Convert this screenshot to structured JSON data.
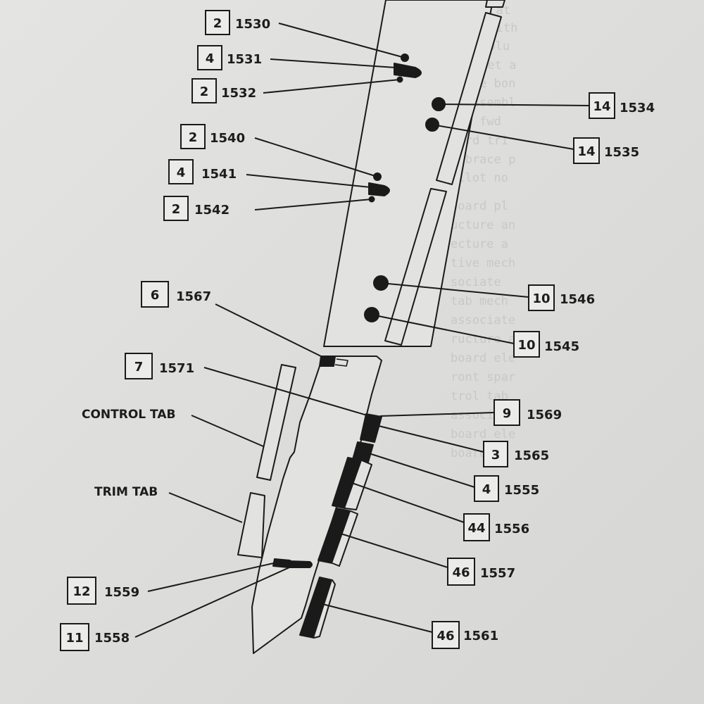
{
  "diagram": {
    "callouts": [
      {
        "qty": "2",
        "part": "1530"
      },
      {
        "qty": "4",
        "part": "1531"
      },
      {
        "qty": "2",
        "part": "1532"
      },
      {
        "qty": "2",
        "part": "1540"
      },
      {
        "qty": "4",
        "part": "1541"
      },
      {
        "qty": "2",
        "part": "1542"
      },
      {
        "qty": "6",
        "part": "1567"
      },
      {
        "qty": "7",
        "part": "1571"
      },
      {
        "qty": "12",
        "part": "1559"
      },
      {
        "qty": "11",
        "part": "1558"
      },
      {
        "qty": "14",
        "part": "1534"
      },
      {
        "qty": "14",
        "part": "1535"
      },
      {
        "qty": "10",
        "part": "1546"
      },
      {
        "qty": "10",
        "part": "1545"
      },
      {
        "qty": "9",
        "part": "1569"
      },
      {
        "qty": "3",
        "part": "1565"
      },
      {
        "qty": "4",
        "part": "1555"
      },
      {
        "qty": "44",
        "part": "1556"
      },
      {
        "qty": "46",
        "part": "1557"
      },
      {
        "qty": "46",
        "part": "1561"
      }
    ],
    "labels": {
      "control_tab": "CONTROL TAB",
      "trim_tab": "TRIM TAB"
    }
  },
  "bleed_through": [
    "ection at",
    "Board with",
    "board plu",
    "e-bucket a",
    "exible bon",
    "ap assembl",
    "oard fwd",
    "board tri",
    "re brace p",
    "pilot no",
    "board pl",
    "ucture an",
    "ecture a",
    "tive mech",
    "sociate",
    "tab mech",
    "associate",
    "ructure a",
    "board ele",
    "ront spar",
    "trol tab",
    "associat",
    "board ele",
    "board lo"
  ]
}
